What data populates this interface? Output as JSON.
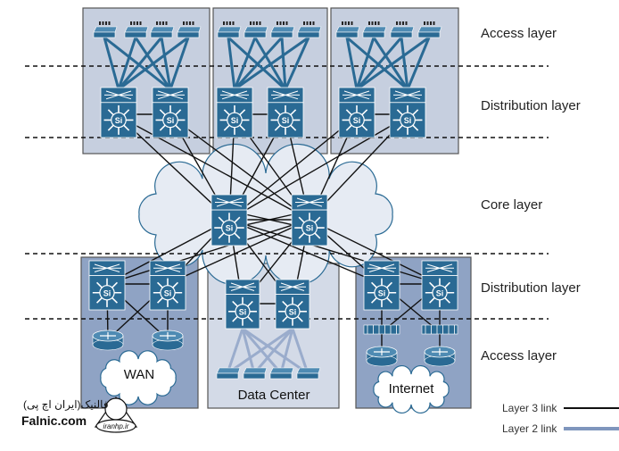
{
  "layers": {
    "top_access": "Access layer",
    "top_distribution": "Distribution layer",
    "core": "Core layer",
    "bottom_distribution": "Distribution layer",
    "bottom_access": "Access layer"
  },
  "blocks": {
    "wan": "WAN",
    "data_center": "Data Center",
    "internet": "Internet"
  },
  "device_label": "Si",
  "legend": {
    "layer3": {
      "label": "Layer 3 link",
      "color": "#111111"
    },
    "layer2": {
      "label": "Layer 2 link",
      "color": "#7f96bd"
    }
  },
  "logo": {
    "persian": "فالنیک(ایران اچ پی)",
    "brand": "Falnic.com",
    "seal": "iranhp.ir"
  },
  "colors": {
    "device": "#2a6a94",
    "box_dark": "#8fa3c4",
    "box_light": "#d3dae7",
    "box_top": "#c6cfdf"
  }
}
